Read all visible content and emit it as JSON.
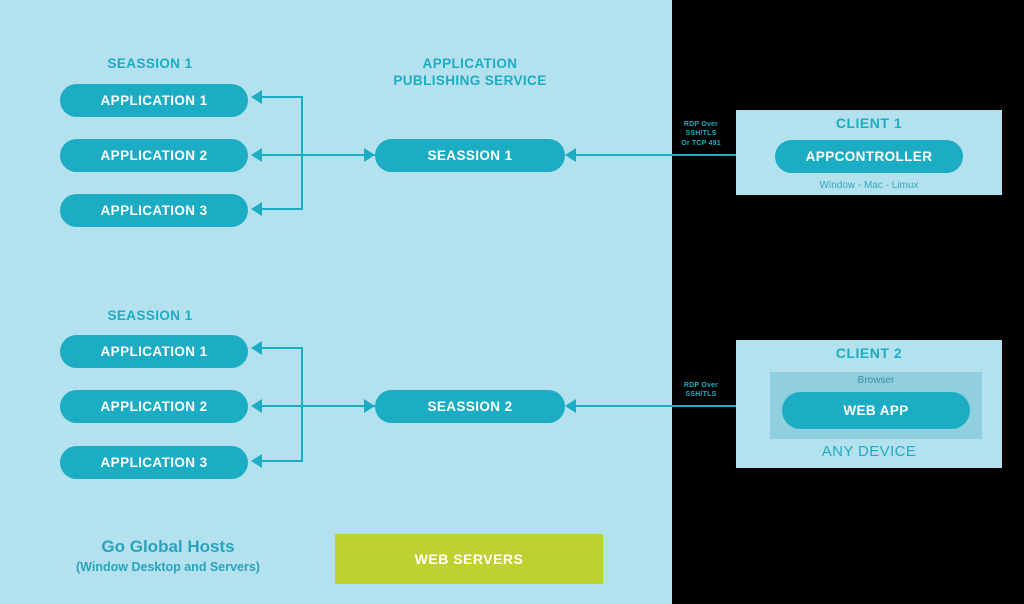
{
  "colors": {
    "background": "#b3e1ed",
    "accent_teal": "#1cadc4",
    "panel_black": "#000000",
    "web_servers_green": "#bdd130",
    "browser_panel": "#90cfde",
    "text_white": "#ffffff"
  },
  "groups": [
    {
      "heading": "SEASSION 1",
      "applications": [
        "APPLICATION 1",
        "APPLICATION 2",
        "APPLICATION 3"
      ]
    },
    {
      "heading": "SEASSION 1",
      "applications": [
        "APPLICATION 1",
        "APPLICATION 2",
        "APPLICATION 3"
      ]
    }
  ],
  "service": {
    "heading": "APPLICATION\nPUBLISHING SERVICE",
    "sessions": [
      "SEASSION 1",
      "SEASSION 2"
    ]
  },
  "protocol_labels": [
    "RDP Over\nSSH/TLS\nOr TCP 491",
    "RDP Over\nSSH/TLS"
  ],
  "clients": [
    {
      "title": "CLIENT 1",
      "pill": "APPCONTROLLER",
      "subtitle": "Window - Mac - Limux"
    },
    {
      "title": "CLIENT 2",
      "browser_label": "Browser",
      "pill": "WEB APP",
      "footer": "ANY DEVICE"
    }
  ],
  "footer": {
    "brand_line1": "Go Global Hosts",
    "brand_line2": "(Window Desktop and Servers)",
    "web_servers": "WEB SERVERS"
  }
}
